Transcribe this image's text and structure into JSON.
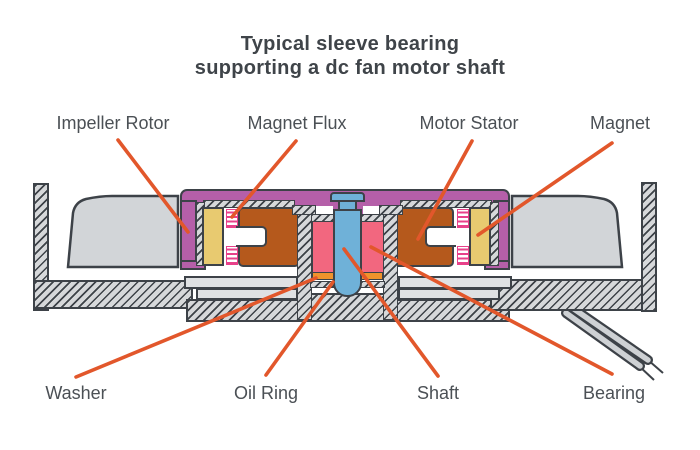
{
  "title": {
    "line1": "Typical sleeve bearing",
    "line2": "supporting a dc fan motor shaft"
  },
  "labels": {
    "impeller_rotor": "Impeller Rotor",
    "magnet_flux": "Magnet Flux",
    "motor_stator": "Motor Stator",
    "magnet": "Magnet",
    "washer": "Washer",
    "oil_ring": "Oil Ring",
    "shaft": "Shaft",
    "bearing": "Bearing"
  },
  "colors": {
    "leader": "#e2572b",
    "rotor_purple": "#b55fa9",
    "shaft_blue": "#6fb1d8",
    "bearing_pink": "#f2677f",
    "magnet_tan": "#e8ca70",
    "coil_brown": "#b5591c",
    "flux_pink": "#e8418a",
    "washer_orange": "#f0932b",
    "metal_gray": "#d6d8da",
    "outline": "#3d4248",
    "text": "#4b5055",
    "title_text": "#3f4449",
    "background": "#ffffff"
  }
}
